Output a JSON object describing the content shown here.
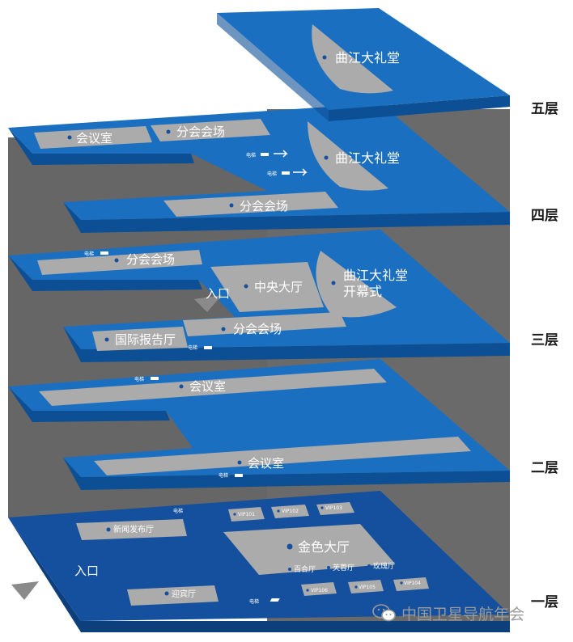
{
  "floor_labels": {
    "f5": "五层",
    "f4": "四层",
    "f3": "三层",
    "f2": "二层",
    "f1": "一层"
  },
  "floor5": {
    "hall": "曲江大礼堂"
  },
  "floor4": {
    "meeting_room": "会议室",
    "branch_venue_a": "分会会场",
    "hall": "曲江大礼堂",
    "branch_venue_b": "分会会场",
    "elevator_a": "电梯",
    "elevator_b": "电梯"
  },
  "floor3": {
    "branch_venue_a": "分会会场",
    "elevator_a": "电梯",
    "central_hall": "中央大厅",
    "hall_line1": "曲江大礼堂",
    "hall_line2": "开幕式",
    "entrance": "入口",
    "intl_report_hall": "国际报告厅",
    "branch_venue_b": "分会会场",
    "elevator_b": "电梯"
  },
  "floor2": {
    "elevator_a": "电梯",
    "meeting_room_a": "会议室",
    "meeting_room_b": "会议室",
    "elevator_b": "电梯"
  },
  "floor1": {
    "elevator_a": "电梯",
    "vip101": "VIP101",
    "vip102": "VIP102",
    "vip103": "VIP103",
    "press_hall": "新闻发布厅",
    "golden_hall": "金色大厅",
    "lily_hall": "百合厅",
    "hibiscus_hall": "芙蓉厅",
    "rose_hall": "玫瑰厅",
    "entrance": "入口",
    "vip104": "VIP104",
    "vip105": "VIP105",
    "vip106": "VIP106",
    "reception_hall": "迎宾厅",
    "elevator_b": "电梯"
  },
  "watermark": {
    "text": "中国卫星导航年会",
    "icon": "wechat-icon"
  },
  "colors": {
    "platform_top": "#1a6fc0",
    "platform_front": "#0d4f94",
    "floor1_top": "#14509e",
    "room": "#ababab",
    "back_wall": "#6a6a6a"
  }
}
